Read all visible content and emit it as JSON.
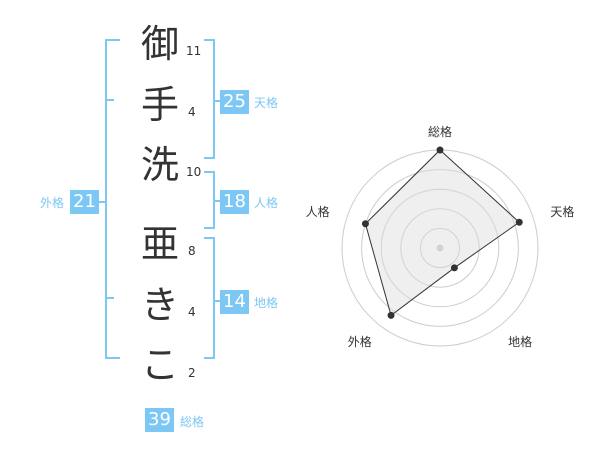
{
  "name_chars": [
    {
      "char": "御",
      "strokes": "11"
    },
    {
      "char": "手",
      "strokes": "4"
    },
    {
      "char": "洗",
      "strokes": "10"
    },
    {
      "char": "亜",
      "strokes": "8"
    },
    {
      "char": "き",
      "strokes": "4"
    },
    {
      "char": "こ",
      "strokes": "2"
    }
  ],
  "kaku": {
    "tenkaku": {
      "value": "25",
      "label": "天格"
    },
    "jinkaku": {
      "value": "18",
      "label": "人格"
    },
    "chikaku": {
      "value": "14",
      "label": "地格"
    },
    "gaikaku": {
      "value": "21",
      "label": "外格"
    },
    "soukaku": {
      "value": "39",
      "label": "総格"
    }
  },
  "colors": {
    "accent": "#7cc7f4",
    "text": "#333333",
    "grid": "#cccccc",
    "fill": "#eeeeee"
  },
  "chart_data": {
    "type": "radar",
    "axes": [
      "総格",
      "天格",
      "地格",
      "外格",
      "人格"
    ],
    "values": [
      1.0,
      0.85,
      0.25,
      0.85,
      0.8
    ],
    "rings": 5
  }
}
